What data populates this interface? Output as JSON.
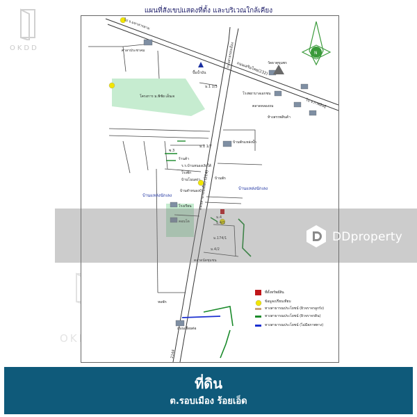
{
  "map_title": "แผนที่สังเขปแสดงที่ตั้ง และบริเวณใกล้เคียง",
  "watermark": {
    "brand": "OKDD",
    "portal": "DDproperty"
  },
  "banner": {
    "title": "ที่ดิน",
    "subtitle": "ต.รอบเมือง ร้อยเอ็ด"
  },
  "roads": {
    "to_mahasarakham": "ไป จ.มหาสารคาม",
    "to_kalasin": "ไป จ.กาฬสินธุ์",
    "sriwichai": "ถนนเสริมไทย(232)",
    "main_road": "ถนนสายรอบเมือง (214)",
    "rd_side": "ถนนสายรอบเมือง",
    "highway_label": "2144"
  },
  "places": {
    "school": "ศาลาประชาคม",
    "gas_station": "ปั๊มน้ำมัน",
    "housing_project": "โครงการ ม.พิชัย เอ็นเจ",
    "temple": "วัดธาตุขุมพร",
    "hospital": "โรงพยาบาลเอกชน",
    "community_market": "ตลาดคลองถม",
    "supermarket": "ห้างสรรพสินค้า",
    "shophouse": "บ้านพักแหล่งน้ำ",
    "village_1": "บ้านแหล่งนักเลง",
    "village_2": "บ้านแหล่งนักเลง",
    "soi_1": "ม.1 1/3",
    "soi_2": "ม.1 1/7",
    "soi_3": "ซ.3",
    "school_2": "ร.ร.บ้านหนองเลิงใต้",
    "gov_office": "โรงพัก",
    "factory": "บ้านโนนสง่า",
    "rental": "บ้านพัก",
    "warehouse": "บ้านคำหนองบัว",
    "soi_4": "ม.4",
    "soi_5": "ม.174/1",
    "soi_6": "ม.4/1",
    "soi_7": "ม.4/2",
    "market_2": "ตลาดนัดชุมชน",
    "shop_1": "ร้านค้า",
    "school_3": "โรงเรียน",
    "condo": "คอนโด",
    "dormitory": "หอพัก",
    "road_end": "ถนนเชื่อมต่อ"
  },
  "legend": [
    {
      "label": "ที่ตั้งทรัพย์สิน",
      "color": "#c0161a"
    },
    {
      "label": "ข้อมูลเปรียบเทียบ",
      "color": "#f2e600"
    },
    {
      "label": "ทางสาธารณประโยชน์ (ผิวจราจรลูกรัง)",
      "color": "#c8a27a"
    },
    {
      "label": "ทางสาธารณประโยชน์ (ผิวจราจรดิน)",
      "color": "#1a8a2a"
    },
    {
      "label": "ทางสาธารณประโยชน์ (ไม่มีสภาพทาง)",
      "color": "#1a2fd0"
    }
  ],
  "colors": {
    "green_area": "#c6ecd0",
    "banner": "#0f5a7a",
    "compass": "#3a9a3a"
  }
}
